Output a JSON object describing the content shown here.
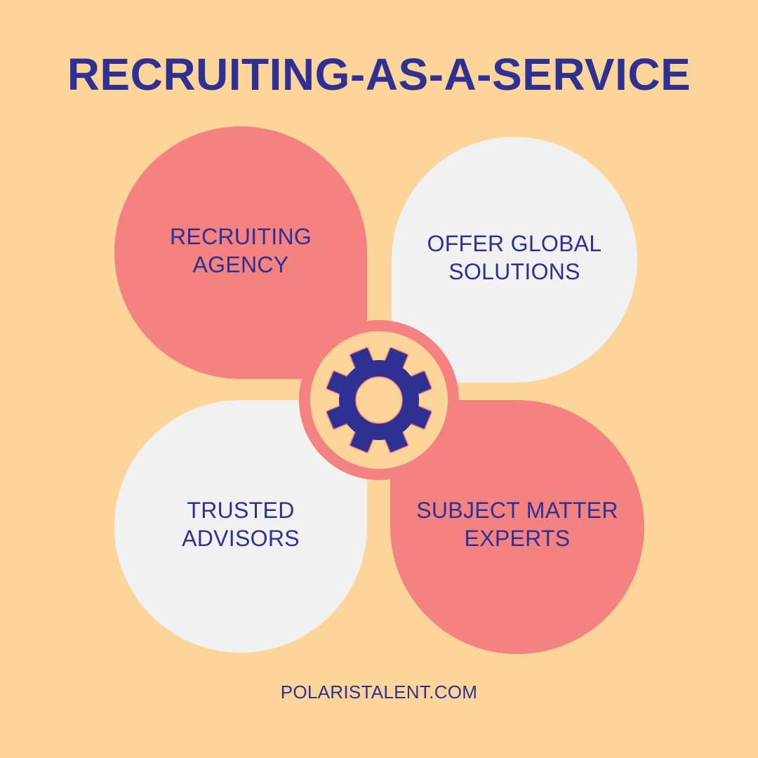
{
  "title": "RECRUITING-AS-A-SERVICE",
  "petals": {
    "top_left": {
      "line1": "RECRUITING",
      "line2": "AGENCY"
    },
    "top_right": {
      "line1": "OFFER GLOBAL",
      "line2": "SOLUTIONS"
    },
    "bottom_left": {
      "line1": "TRUSTED",
      "line2": "ADVISORS"
    },
    "bottom_right": {
      "line1": "SUBJECT MATTER",
      "line2": "EXPERTS"
    }
  },
  "hub_icon": "gear-icon",
  "footer": "POLARISTALENT.COM",
  "colors": {
    "background": "#fdd59a",
    "navy": "#2e3192",
    "coral": "#f48280",
    "light_gray": "#f1f1f1"
  }
}
